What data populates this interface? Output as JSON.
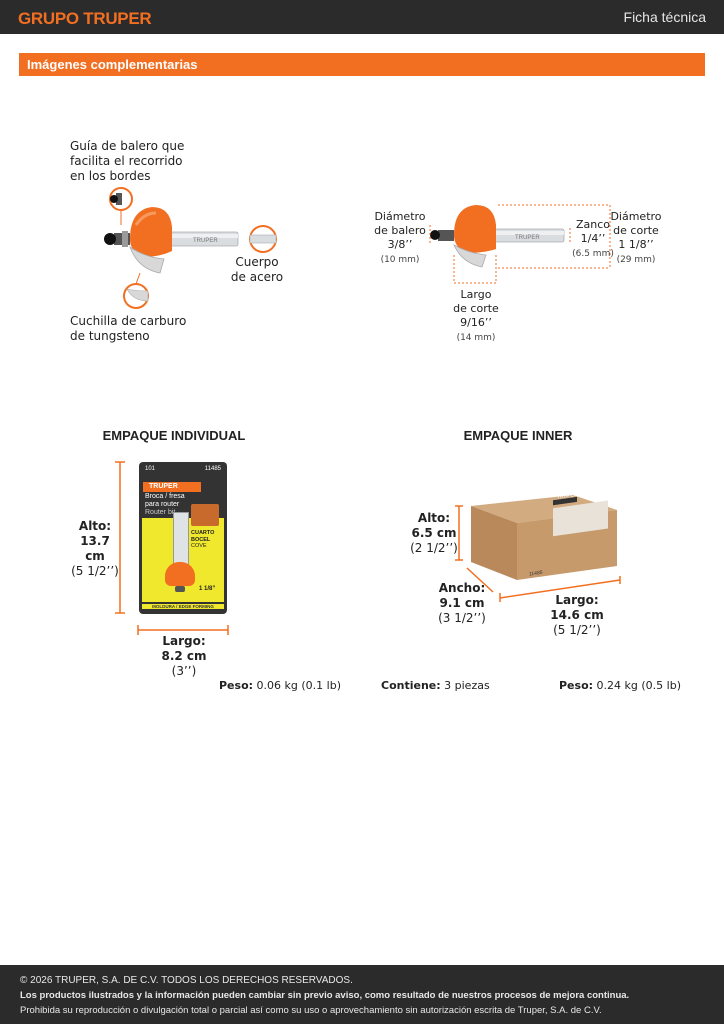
{
  "header": {
    "logo": "GRUPO TRUPER",
    "title": "Ficha técnica"
  },
  "section": {
    "title": "Imágenes complementarias"
  },
  "features": {
    "guide_line1": "Guía de balero que",
    "guide_line2": "facilita el recorrido",
    "guide_line3": "en los bordes",
    "body_line1": "Cuerpo",
    "body_line2": "de acero",
    "blade_line1": "Cuchilla de carburo",
    "blade_line2": "de tungsteno",
    "bit_brand": "TRUPER"
  },
  "dimensions": {
    "bearing_l1": "Diámetro",
    "bearing_l2": "de balero",
    "bearing_value": "3/8’’",
    "bearing_mm": "(10 mm)",
    "shank_label": "Zanco",
    "shank_value": "1/4’’",
    "shank_mm": "(6.5 mm)",
    "cut_diam_l1": "Diámetro",
    "cut_diam_l2": "de corte",
    "cut_diam_value": "1 1/8’’",
    "cut_diam_mm": "(29 mm)",
    "cut_len_l1": "Largo",
    "cut_len_l2": "de corte",
    "cut_len_value": "9/16’’",
    "cut_len_mm": "(14 mm)"
  },
  "individual": {
    "heading": "EMPAQUE INDIVIDUAL",
    "alto_label": "Alto:",
    "alto_cm": "13.7 cm",
    "alto_in": "(5 1/2’’)",
    "largo_label": "Largo:",
    "largo_cm": "8.2 cm",
    "largo_in": "(3’’)",
    "peso_label": "Peso:",
    "peso_value": "0.06 kg (0.1 lb)",
    "card": {
      "count": "101",
      "code": "11485",
      "brand": "TRUPER",
      "name_l1": "Broca / fresa",
      "name_l2": "para router",
      "name_en": "Router bit",
      "profile_l1": "CUARTO",
      "profile_l2": "BOCEL",
      "profile_en": "COVE",
      "size": "1 1/8’’",
      "bottom": "MOLDURA / EDGE FORMING"
    }
  },
  "inner": {
    "heading": "EMPAQUE INNER",
    "alto_label": "Alto:",
    "alto_cm": "6.5 cm",
    "alto_in": "(2 1/2’’)",
    "ancho_label": "Ancho:",
    "ancho_cm": "9.1 cm",
    "ancho_in": "(3 1/2’’)",
    "largo_label": "Largo:",
    "largo_cm": "14.6 cm",
    "largo_in": "(5 1/2’’)",
    "contiene_label": "Contiene:",
    "contiene_value": "3 piezas",
    "peso_label": "Peso:",
    "peso_value": "0.24 kg (0.5 lb)",
    "box_brand": "TRUPER",
    "box_code": "11485"
  },
  "footer": {
    "copyright": "© 2026 TRUPER, S.A. DE C.V. TODOS LOS DERECHOS RESERVADOS.",
    "notice": "Los productos ilustrados y la información pueden cambiar sin previo aviso, como resultado de nuestros procesos de mejora continua.",
    "prohibition": "Prohibida su reproducción o divulgación total o parcial así como su uso o aprovechamiento sin autorización escrita de Truper, S.A. de C.V."
  }
}
